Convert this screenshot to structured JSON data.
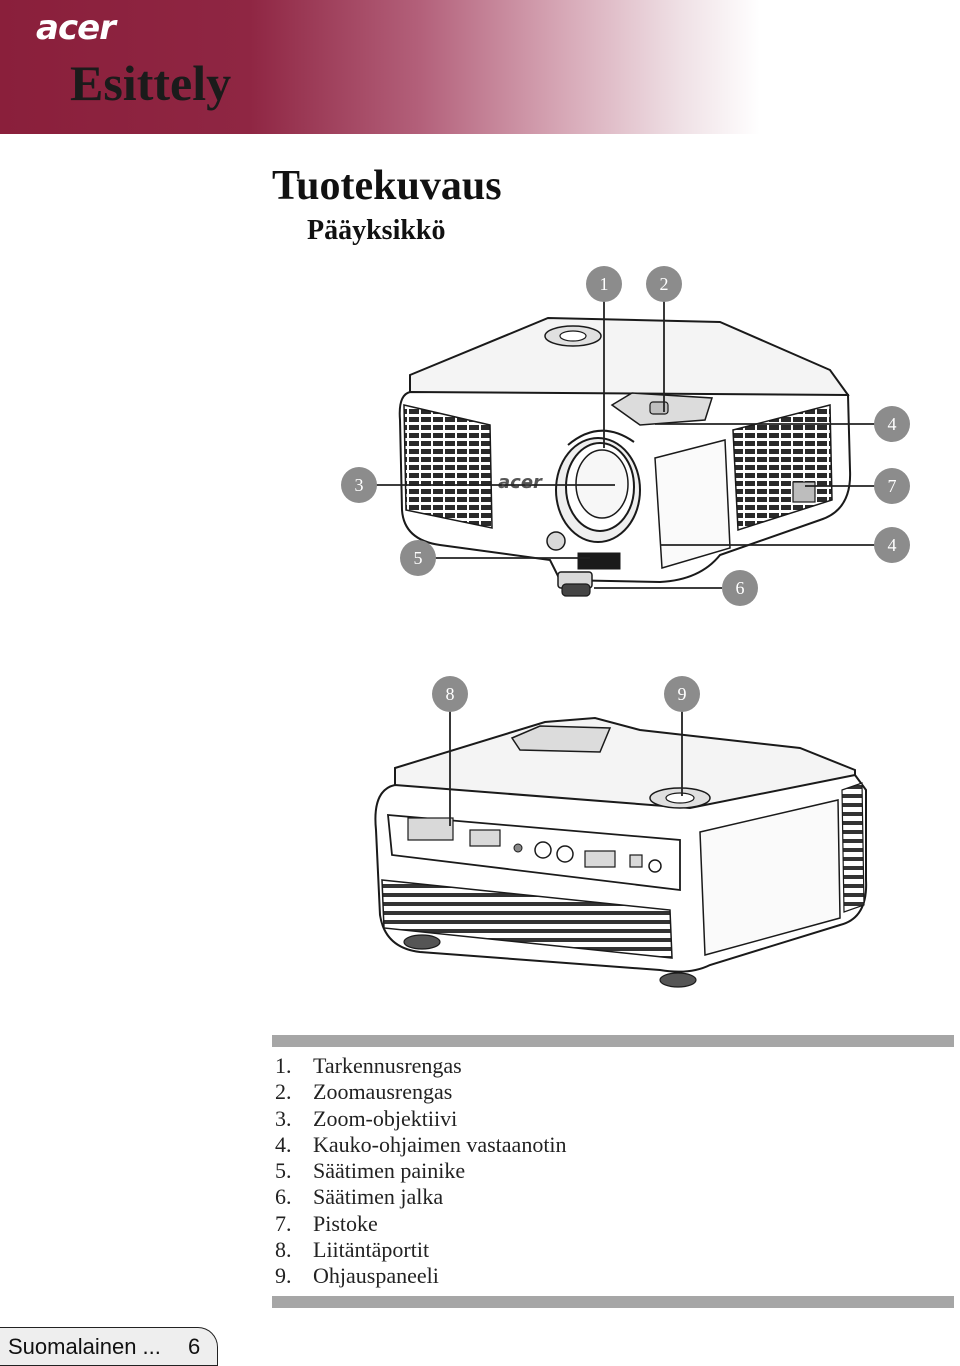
{
  "header": {
    "logo_text": "acer",
    "section_title": "Esittely"
  },
  "page": {
    "title": "Tuotekuvaus",
    "subtitle": "Pääyksikkö"
  },
  "callouts": [
    "1",
    "2",
    "3",
    "4",
    "4",
    "5",
    "6",
    "7",
    "8",
    "9"
  ],
  "parts": [
    {
      "num": "1.",
      "label": "Tarkennusrengas"
    },
    {
      "num": "2.",
      "label": "Zoomausrengas"
    },
    {
      "num": "3.",
      "label": "Zoom-objektiivi"
    },
    {
      "num": "4.",
      "label": "Kauko-ohjaimen vastaanotin"
    },
    {
      "num": "5.",
      "label": "Säätimen painike"
    },
    {
      "num": "6.",
      "label": "Säätimen jalka"
    },
    {
      "num": "7.",
      "label": "Pistoke"
    },
    {
      "num": "8.",
      "label": "Liitäntäportit"
    },
    {
      "num": "9.",
      "label": "Ohjauspaneeli"
    }
  ],
  "footer": {
    "language": "Suomalainen ...",
    "page_number": "6"
  },
  "colors": {
    "header_accent": "#8a1f3b",
    "callout_fill": "#8c8c8c",
    "bar": "#a6a6a6"
  }
}
